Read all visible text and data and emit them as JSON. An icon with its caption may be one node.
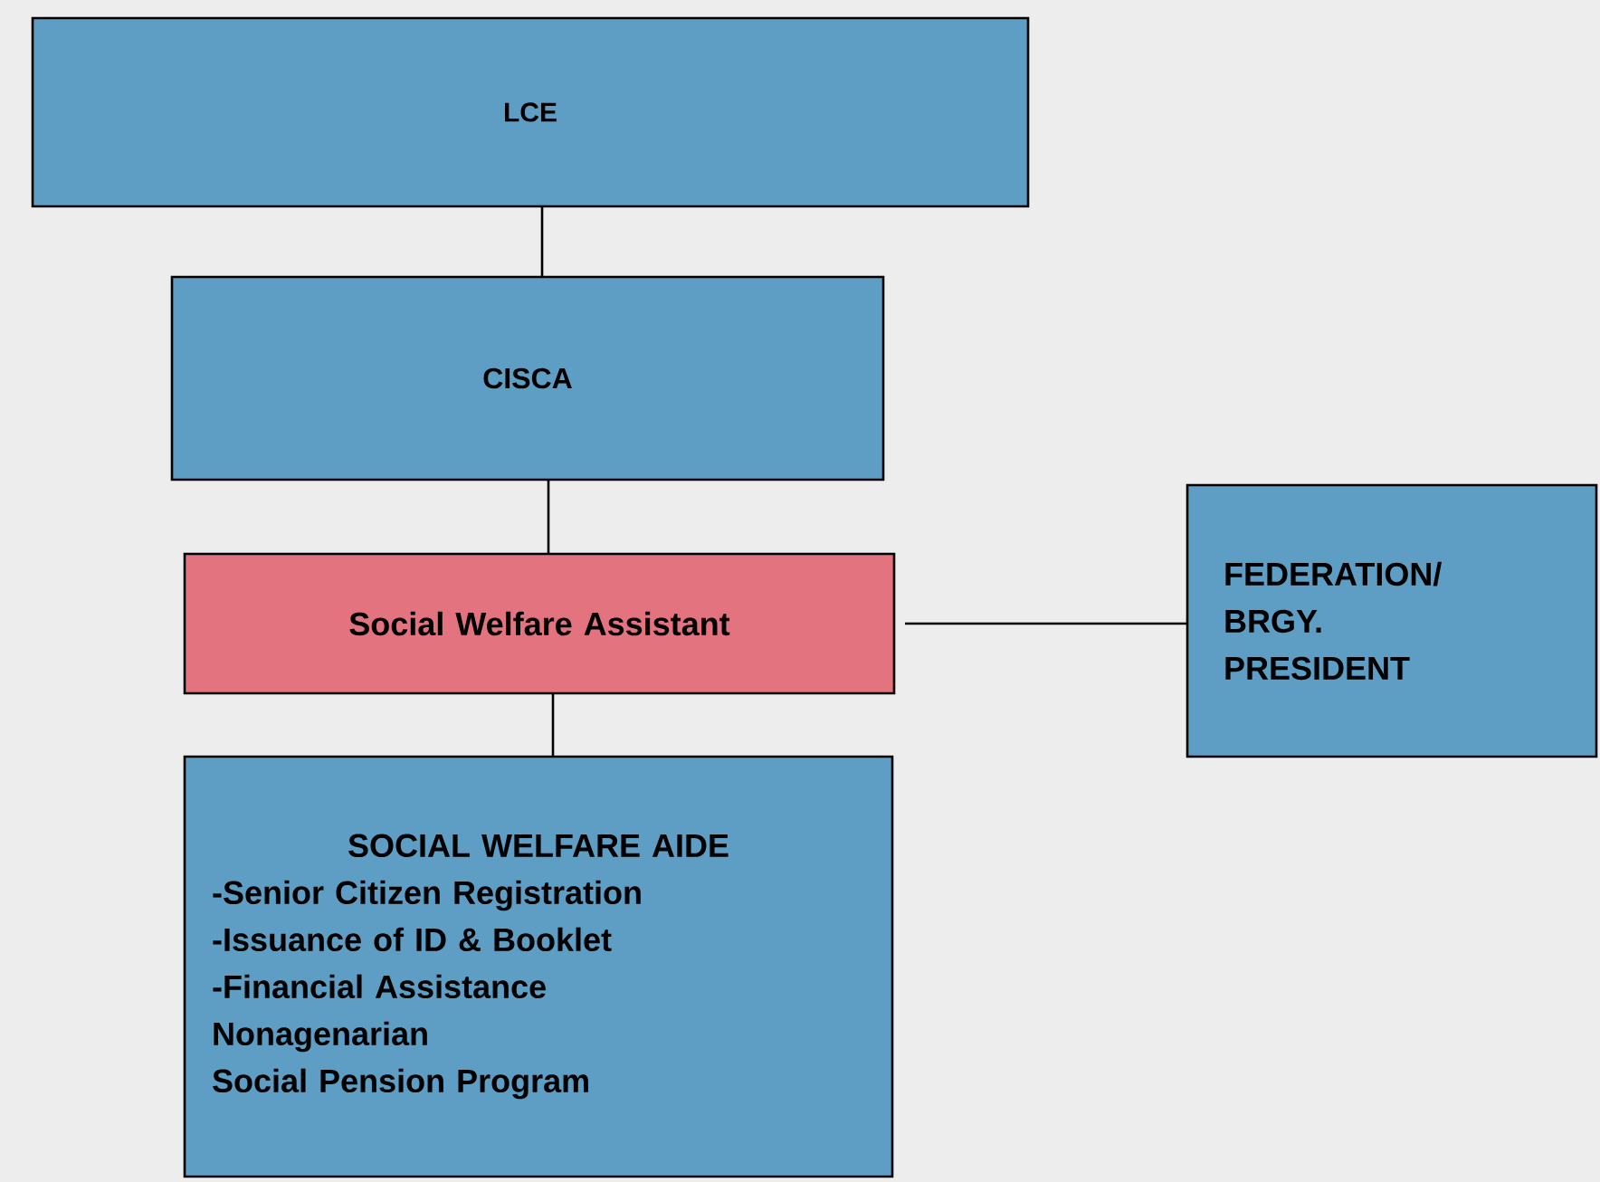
{
  "diagram": {
    "nodes": [
      {
        "text": [
          "LCE"
        ]
      },
      {
        "text": [
          "CISCA"
        ]
      },
      {
        "text": [
          "Social Welfare Assistant"
        ]
      },
      {
        "text": [
          "SOCIAL WELFARE AIDE",
          "-Senior Citizen Registration",
          "-Issuance of ID & Booklet",
          "-Financial Assistance",
          "Nonagenarian",
          "Social Pension Program"
        ]
      },
      {
        "text": [
          "FEDERATION/ BRGY. PRESIDENT"
        ]
      }
    ],
    "edges": [
      {
        "from": 0,
        "to": 1,
        "arrow": "none"
      },
      {
        "from": 1,
        "to": 2,
        "arrow": "none"
      },
      {
        "from": 2,
        "to": 3,
        "arrow": "none"
      },
      {
        "from": 2,
        "to": 4,
        "arrow": "none"
      }
    ]
  }
}
